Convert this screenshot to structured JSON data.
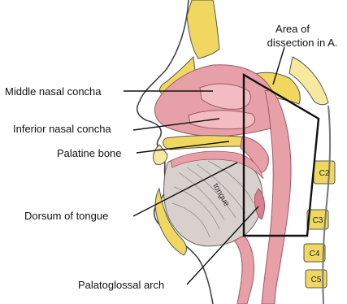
{
  "labels": {
    "area_of_dissection_line1": "Area of",
    "area_of_dissection_line2": "dissection in A.",
    "middle_nasal_concha": "Middle nasal concha",
    "inferior_nasal_concha": "Inferior nasal concha",
    "palatine_bone": "Palatine bone",
    "dorsum_of_tongue": "Dorsum of tongue",
    "palatoglossal_arch": "Palatoglossal arch",
    "tongue": "tongue",
    "c2": "C2",
    "c3": "C3",
    "c4": "C4",
    "c5": "C5"
  },
  "colors": {
    "mucosa_pink": "#e8a0a8",
    "mucosa_dark": "#d98090",
    "bone_yellow": "#f0d860",
    "bone_light": "#f7e9a0",
    "skin_outline": "#444444",
    "muscle_grey": "#d8d0cc",
    "dissection_box": "#111111"
  }
}
